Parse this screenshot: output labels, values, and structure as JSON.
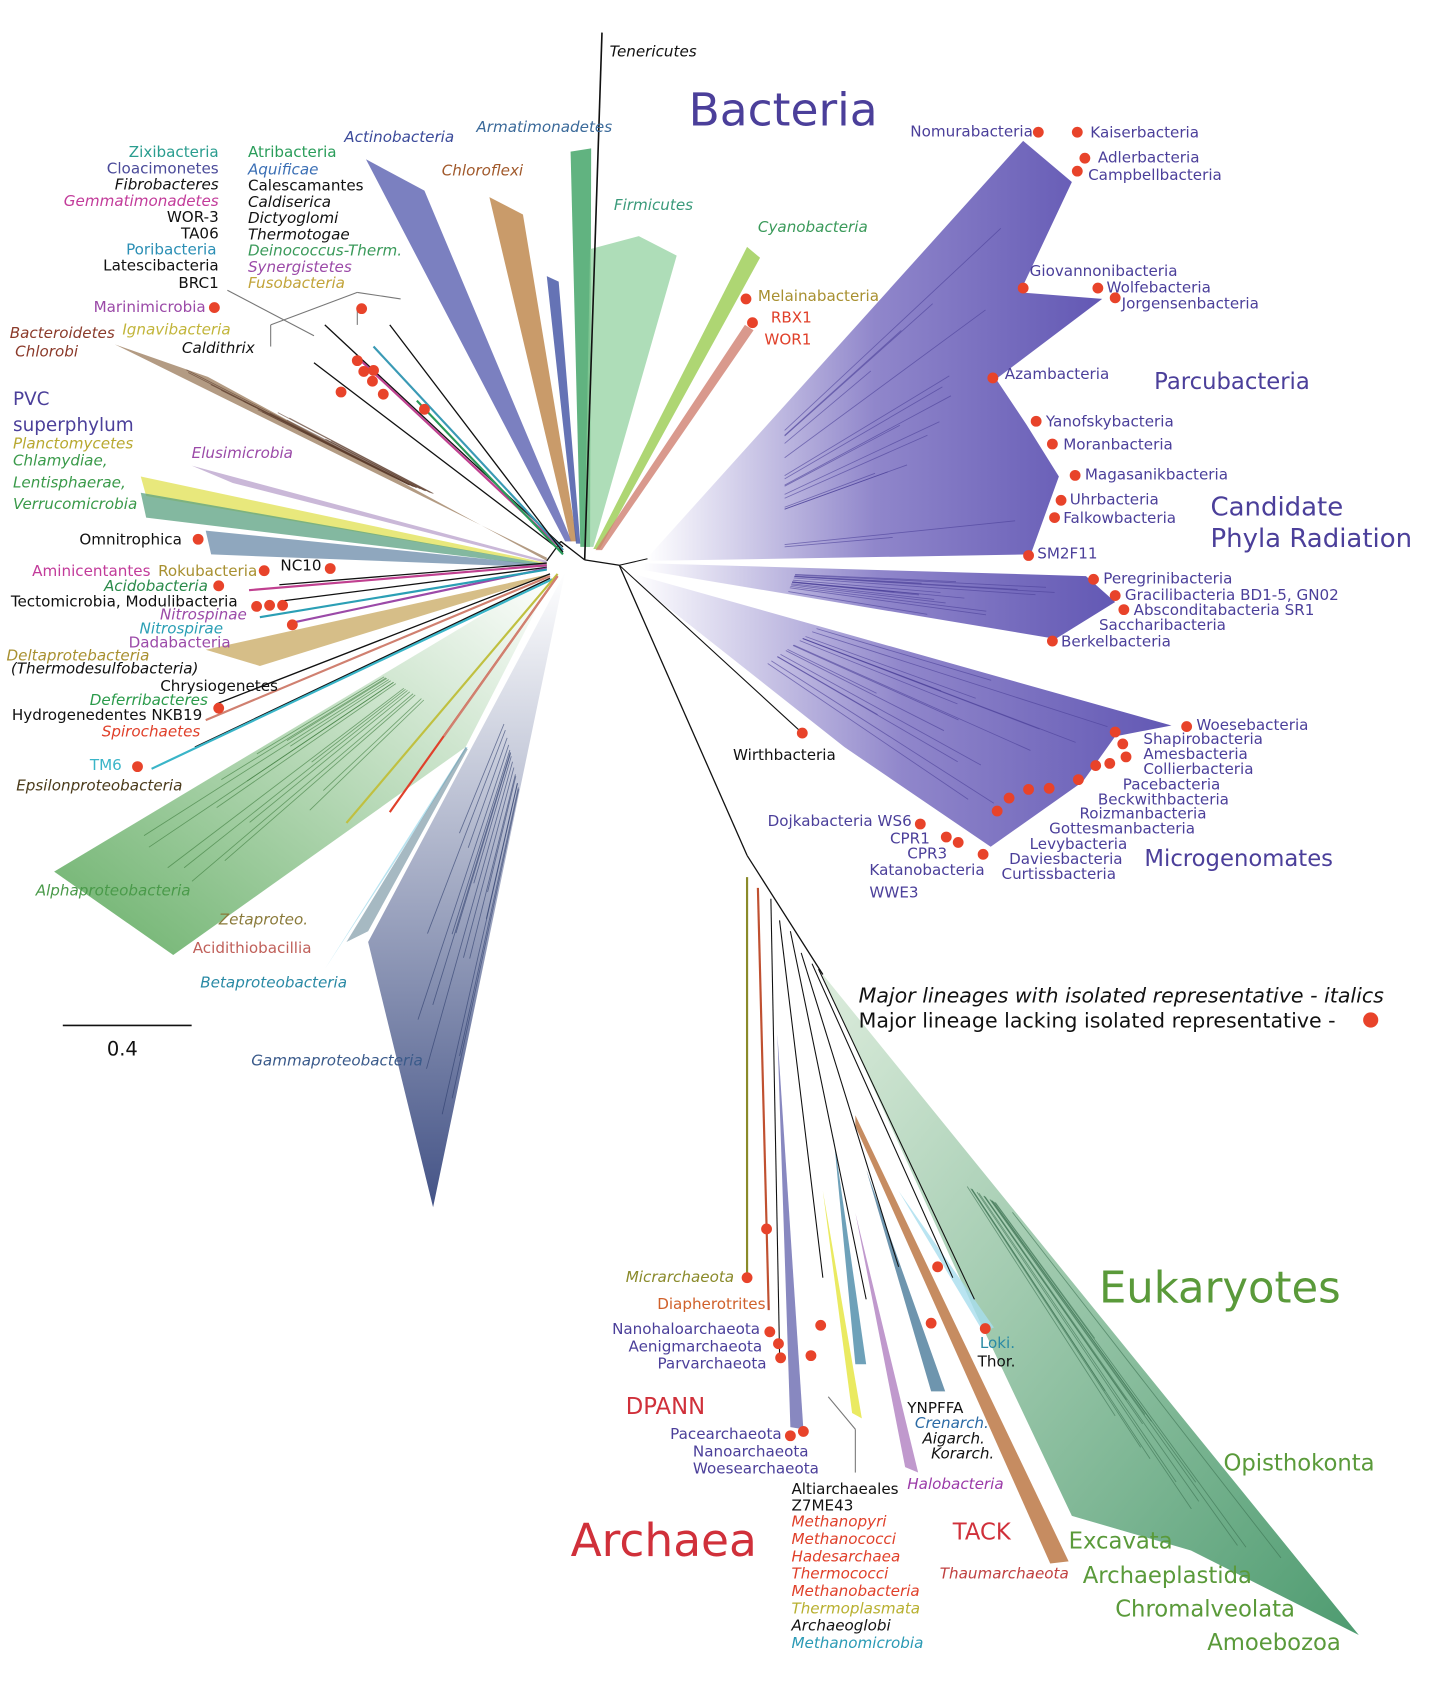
{
  "title_labels": {
    "bacteria": {
      "text": "Bacteria",
      "color": "#4b3f9a"
    },
    "archaea": {
      "text": "Archaea",
      "color": "#d0303a"
    },
    "eukaryotes": {
      "text": "Eukaryotes",
      "color": "#5a9a3a"
    },
    "parcubacteria": {
      "text": "Parcubacteria",
      "color": "#4b3f9a"
    },
    "cpr_line1": {
      "text": "Candidate",
      "color": "#4b3f9a"
    },
    "cpr_line2": {
      "text": "Phyla Radiation",
      "color": "#4b3f9a"
    },
    "microgenomates": {
      "text": "Microgenomates",
      "color": "#4b3f9a"
    },
    "dpann": {
      "text": "DPANN",
      "color": "#d0303a"
    },
    "tack": {
      "text": "TACK",
      "color": "#d0303a"
    },
    "pvc_line1": {
      "text": "PVC",
      "color": "#4b3f9a"
    },
    "pvc_line2": {
      "text": "superphylum",
      "color": "#4b3f9a"
    }
  },
  "legend": {
    "italic_line": "Major lineages with isolated representative - italics",
    "dot_line": "Major lineage lacking isolated representative -",
    "dot_color": "#e8432a"
  },
  "scale_bar": {
    "label": "0.4"
  },
  "labels": [
    {
      "text": "Zixibacteria",
      "color": "#2a9d8f"
    },
    {
      "text": "Cloacimonetes",
      "color": "#4b4b9a"
    },
    {
      "text": "Fibrobacteres",
      "color": "#111111"
    },
    {
      "text": "Gemmatimonadetes",
      "color": "#c23b9a"
    },
    {
      "text": "WOR-3",
      "color": "#111111"
    },
    {
      "text": "TA06",
      "color": "#111111"
    },
    {
      "text": "Poribacteria",
      "color": "#2b8fb5"
    },
    {
      "text": "Latescibacteria",
      "color": "#111111"
    },
    {
      "text": "BRC1",
      "color": "#111111"
    },
    {
      "text": "Atribacteria",
      "color": "#2a9d5a"
    },
    {
      "text": "Aquificae",
      "color": "#3b6fb5"
    },
    {
      "text": "Calescamantes",
      "color": "#111111"
    },
    {
      "text": "Caldiserica",
      "color": "#111111"
    },
    {
      "text": "Dictyoglomi",
      "color": "#111111"
    },
    {
      "text": "Thermotogae",
      "color": "#111111"
    },
    {
      "text": "Deinococcus-Therm.",
      "color": "#3a9a5a"
    },
    {
      "text": "Synergistetes",
      "color": "#9b4aa8"
    },
    {
      "text": "Fusobacteria",
      "color": "#c2a43a"
    },
    {
      "text": "Marinimicrobia",
      "color": "#9b4aa8"
    },
    {
      "text": "Bacteroidetes",
      "color": "#8b3a2a"
    },
    {
      "text": "Chlorobi",
      "color": "#8b3a2a"
    },
    {
      "text": "Ignavibacteria",
      "color": "#c2b53a"
    },
    {
      "text": "Caldithrix",
      "color": "#111111"
    },
    {
      "text": "Planctomycetes",
      "color": "#b8a830"
    },
    {
      "text": "Chlamydiae,",
      "color": "#3a9a4a"
    },
    {
      "text": "Lentisphaerae,",
      "color": "#3a9a4a"
    },
    {
      "text": "Verrucomicrobia",
      "color": "#3a9a4a"
    },
    {
      "text": "Elusimicrobia",
      "color": "#9b4aa8"
    },
    {
      "text": "Omnitrophica",
      "color": "#111111"
    },
    {
      "text": "Aminicentantes",
      "color": "#c23b9a"
    },
    {
      "text": "Rokubacteria",
      "color": "#a89030"
    },
    {
      "text": "NC10",
      "color": "#111111"
    },
    {
      "text": "Acidobacteria",
      "color": "#2a8a4a"
    },
    {
      "text": "Tectomicrobia, Modulibacteria",
      "color": "#111111"
    },
    {
      "text": "Nitrospinae",
      "color": "#9b4aa8"
    },
    {
      "text": "Nitrospirae",
      "color": "#2b9fb5"
    },
    {
      "text": "Dadabacteria",
      "color": "#9b4aa8"
    },
    {
      "text": "Deltaprotebacteria",
      "color": "#a89030"
    },
    {
      "text": "(Thermodesulfobacteria)",
      "color": "#111111"
    },
    {
      "text": "Chrysiogenetes",
      "color": "#111111"
    },
    {
      "text": "Deferribacteres",
      "color": "#2a9a4a"
    },
    {
      "text": "Hydrogenedentes NKB19",
      "color": "#111111"
    },
    {
      "text": "Spirochaetes",
      "color": "#e0402a"
    },
    {
      "text": "TM6",
      "color": "#3ab5c8"
    },
    {
      "text": "Epsilonproteobacteria",
      "color": "#4a3a1a"
    },
    {
      "text": "Alphaproteobacteria",
      "color": "#4a9a4a"
    },
    {
      "text": "Zetaproteo.",
      "color": "#8a7a3a"
    },
    {
      "text": "Acidithiobacillia",
      "color": "#c0605a"
    },
    {
      "text": "Betaproteobacteria",
      "color": "#2a8aa5"
    },
    {
      "text": "Gammaproteobacteria",
      "color": "#3a5a8a"
    },
    {
      "text": "Tenericutes",
      "color": "#111111"
    },
    {
      "text": "Actinobacteria",
      "color": "#3b4a9a"
    },
    {
      "text": "Armatimonadetes",
      "color": "#3b6a9a"
    },
    {
      "text": "Chloroflexi",
      "color": "#a0582a"
    },
    {
      "text": "Firmicutes",
      "color": "#3a9a7a"
    },
    {
      "text": "Cyanobacteria",
      "color": "#3a9a5a"
    },
    {
      "text": "Melainabacteria",
      "color": "#a89030"
    },
    {
      "text": "RBX1",
      "color": "#e0402a"
    },
    {
      "text": "WOR1",
      "color": "#e0402a"
    },
    {
      "text": "Nomurabacteria",
      "color": "#4b3f9a"
    },
    {
      "text": "Kaiserbacteria",
      "color": "#4b3f9a"
    },
    {
      "text": "Adlerbacteria",
      "color": "#4b3f9a"
    },
    {
      "text": "Campbellbacteria",
      "color": "#4b3f9a"
    },
    {
      "text": "Giovannonibacteria",
      "color": "#4b3f9a"
    },
    {
      "text": "Wolfebacteria",
      "color": "#4b3f9a"
    },
    {
      "text": "Jorgensenbacteria",
      "color": "#4b3f9a"
    },
    {
      "text": "Azambacteria",
      "color": "#4b3f9a"
    },
    {
      "text": "Yanofskybacteria",
      "color": "#4b3f9a"
    },
    {
      "text": "Moranbacteria",
      "color": "#4b3f9a"
    },
    {
      "text": "Magasanikbacteria",
      "color": "#4b3f9a"
    },
    {
      "text": "Uhrbacteria",
      "color": "#4b3f9a"
    },
    {
      "text": "Falkowbacteria",
      "color": "#4b3f9a"
    },
    {
      "text": "SM2F11",
      "color": "#4b3f9a"
    },
    {
      "text": "Peregrinibacteria",
      "color": "#4b3f9a"
    },
    {
      "text": "Gracilibacteria BD1-5, GN02",
      "color": "#4b3f9a"
    },
    {
      "text": "Absconditabacteria SR1",
      "color": "#4b3f9a"
    },
    {
      "text": "Saccharibacteria",
      "color": "#4b3f9a"
    },
    {
      "text": "Berkelbacteria",
      "color": "#4b3f9a"
    },
    {
      "text": "Woesebacteria",
      "color": "#4b3f9a"
    },
    {
      "text": "Shapirobacteria",
      "color": "#4b3f9a"
    },
    {
      "text": "Amesbacteria",
      "color": "#4b3f9a"
    },
    {
      "text": "Collierbacteria",
      "color": "#4b3f9a"
    },
    {
      "text": "Pacebacteria",
      "color": "#4b3f9a"
    },
    {
      "text": "Beckwithbacteria",
      "color": "#4b3f9a"
    },
    {
      "text": "Roizmanbacteria",
      "color": "#4b3f9a"
    },
    {
      "text": "Gottesmanbacteria",
      "color": "#4b3f9a"
    },
    {
      "text": "Levybacteria",
      "color": "#4b3f9a"
    },
    {
      "text": "Daviesbacteria",
      "color": "#4b3f9a"
    },
    {
      "text": "Curtissbacteria",
      "color": "#4b3f9a"
    },
    {
      "text": "Dojkabacteria WS6",
      "color": "#4b3f9a"
    },
    {
      "text": "CPR1",
      "color": "#4b3f9a"
    },
    {
      "text": "CPR3",
      "color": "#4b3f9a"
    },
    {
      "text": "Katanobacteria",
      "color": "#4b3f9a"
    },
    {
      "text": "WWE3",
      "color": "#4b3f9a"
    },
    {
      "text": "Wirthbacteria",
      "color": "#111111"
    },
    {
      "text": "Micrarchaeota",
      "color": "#8a8a2a"
    },
    {
      "text": "Diapherotrites",
      "color": "#d0602a"
    },
    {
      "text": "Nanohaloarchaeota",
      "color": "#4b3f9a"
    },
    {
      "text": "Aenigmarchaeota",
      "color": "#4b3f9a"
    },
    {
      "text": "Parvarchaeota",
      "color": "#4b3f9a"
    },
    {
      "text": "Pacearchaeota",
      "color": "#4b3f9a"
    },
    {
      "text": "Nanoarchaeota",
      "color": "#4b3f9a"
    },
    {
      "text": "Woesearchaeota",
      "color": "#4b3f9a"
    },
    {
      "text": "Altiarchaeales",
      "color": "#111111"
    },
    {
      "text": "Z7ME43",
      "color": "#111111"
    },
    {
      "text": "Methanopyri",
      "color": "#e0402a"
    },
    {
      "text": "Methanococci",
      "color": "#e0402a"
    },
    {
      "text": "Hadesarchaea",
      "color": "#e0402a"
    },
    {
      "text": "Thermococci",
      "color": "#e0402a"
    },
    {
      "text": "Methanobacteria",
      "color": "#e0402a"
    },
    {
      "text": "Thermoplasmata",
      "color": "#b8b030"
    },
    {
      "text": "Archaeoglobi",
      "color": "#111111"
    },
    {
      "text": "Methanomicrobia",
      "color": "#2a9ab5"
    },
    {
      "text": "YNPFFA",
      "color": "#111111"
    },
    {
      "text": "Crenarch.",
      "color": "#2a6aa5"
    },
    {
      "text": "Aigarch.",
      "color": "#111111"
    },
    {
      "text": "Korarch.",
      "color": "#111111"
    },
    {
      "text": "Halobacteria",
      "color": "#9b3aa8"
    },
    {
      "text": "Thaumarchaeota",
      "color": "#c04040"
    },
    {
      "text": "Loki.",
      "color": "#2a8aa5"
    },
    {
      "text": "Thor.",
      "color": "#111111"
    },
    {
      "text": "Opisthokonta",
      "color": "#5a9a3a"
    },
    {
      "text": "Excavata",
      "color": "#5a9a3a"
    },
    {
      "text": "Archaeplastida",
      "color": "#5a9a3a"
    },
    {
      "text": "Chromalveolata",
      "color": "#5a9a3a"
    },
    {
      "text": "Amoebozoa",
      "color": "#5a9a3a"
    }
  ]
}
